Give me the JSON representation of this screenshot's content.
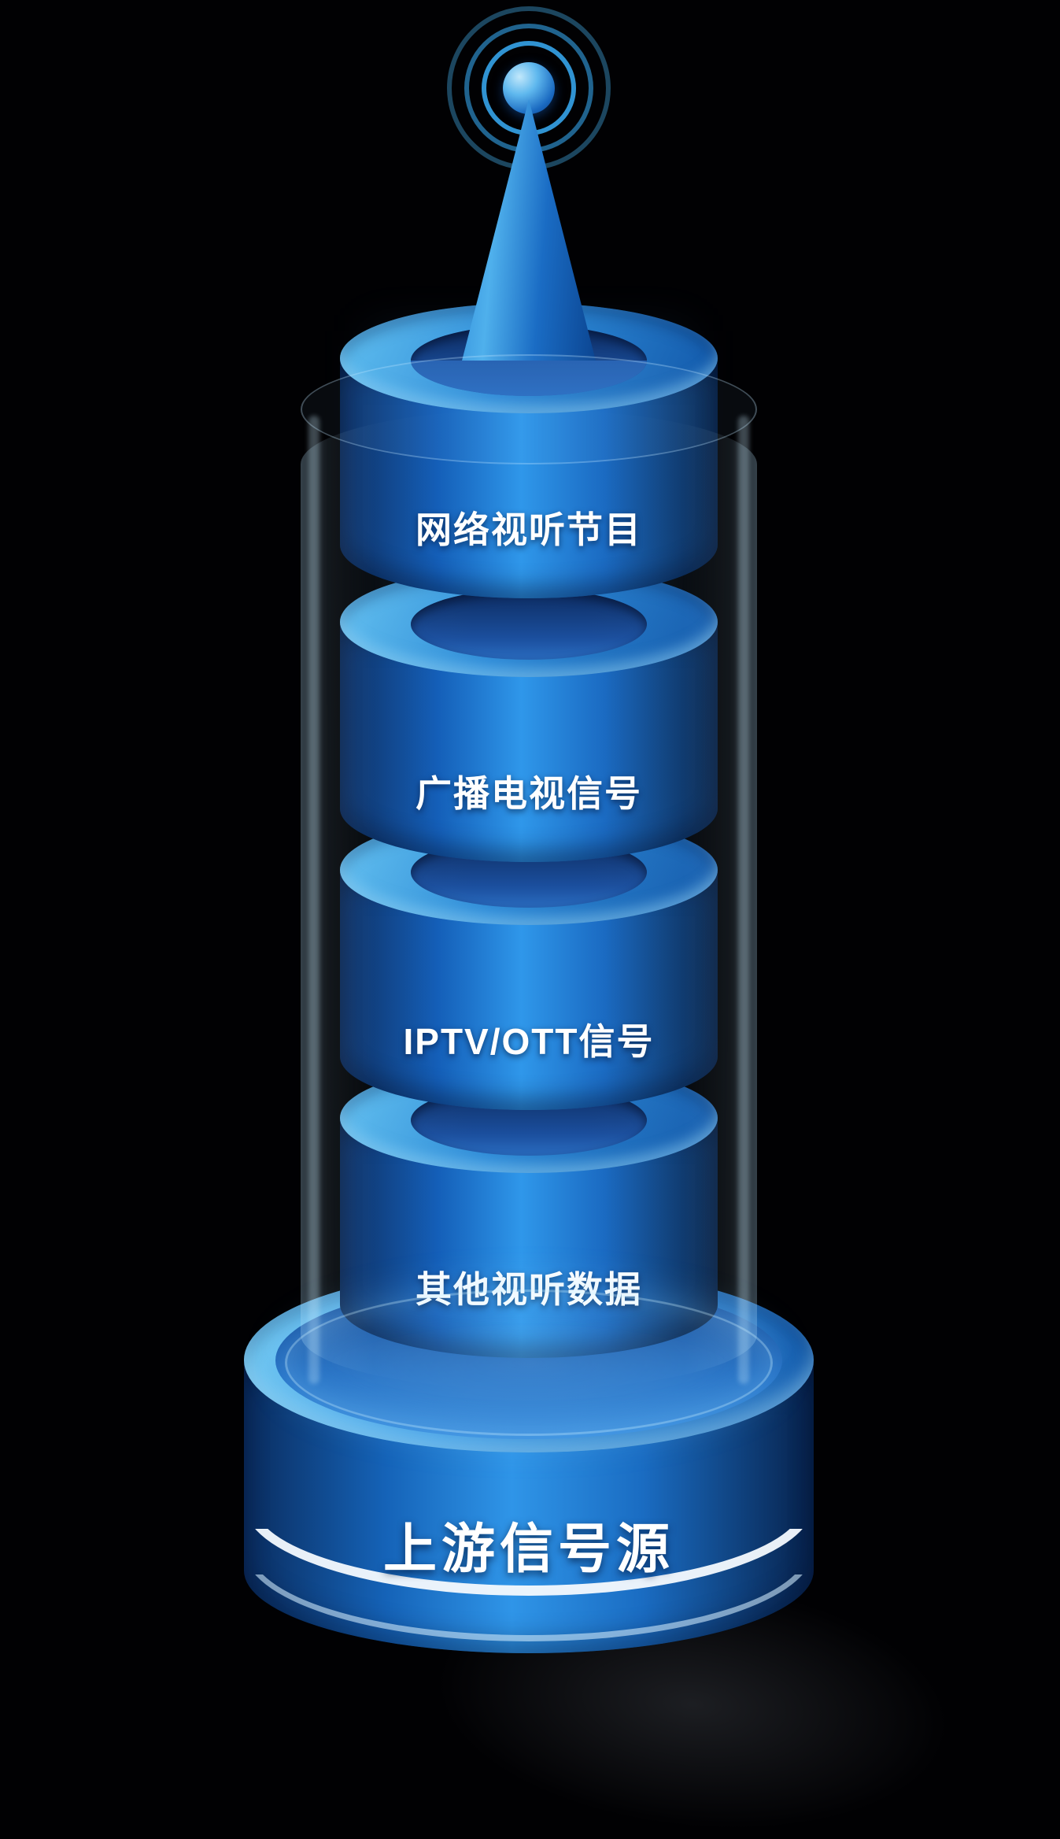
{
  "colors": {
    "background": "#000000",
    "primary_blue": "#2f97ea",
    "deep_blue": "#0a2c60",
    "light_blue": "#63c2f1",
    "text": "#ffffff"
  },
  "tower": {
    "antenna": {
      "icon": "antenna-signal-icon"
    },
    "layers": [
      {
        "label": "网络视听节目"
      },
      {
        "label": "广播电视信号"
      },
      {
        "label": "IPTV/OTT信号"
      },
      {
        "label": "其他视听数据"
      }
    ],
    "base": {
      "label": "上游信号源"
    }
  }
}
